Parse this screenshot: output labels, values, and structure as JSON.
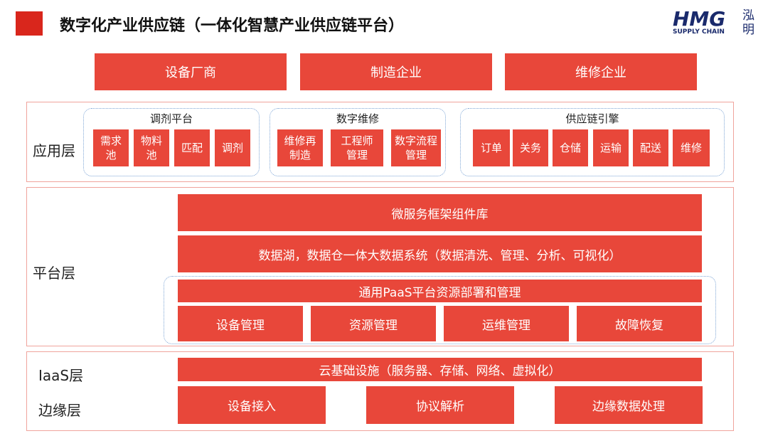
{
  "header": {
    "title": "数字化产业供应链（一体化智慧产业供应链平台）",
    "logo_text": "HMG",
    "logo_sub": "SUPPLY CHAIN",
    "logo_cn": "泓明"
  },
  "top_boxes": [
    "设备厂商",
    "制造企业",
    "维修企业"
  ],
  "app_layer": {
    "label": "应用层",
    "groups": [
      {
        "title": "调剂平台",
        "items": [
          "需求池",
          "物料池",
          "匹配",
          "调剂"
        ]
      },
      {
        "title": "数字维修",
        "items": [
          "维修再制造",
          "工程师管理",
          "数字流程管理"
        ]
      },
      {
        "title": "供应链引擎",
        "items": [
          "订单",
          "关务",
          "仓储",
          "运输",
          "配送",
          "维修"
        ]
      }
    ]
  },
  "platform_layer": {
    "label": "平台层",
    "microservice": "微服务框架组件库",
    "datalake": "数据湖，数据仓一体大数据系统（数据清洗、管理、分析、可视化）",
    "paas": "通用PaaS平台资源部署和管理",
    "paas_items": [
      "设备管理",
      "资源管理",
      "运维管理",
      "故障恢复"
    ]
  },
  "iaas_layer": {
    "label": "IaaS层",
    "cloud": "云基础设施（服务器、存储、网络、虚拟化）"
  },
  "edge_layer": {
    "label": "边缘层",
    "items": [
      "设备接入",
      "协议解析",
      "边缘数据处理"
    ]
  },
  "colors": {
    "accent": "#e8473a",
    "border": "#f0a49c",
    "dotted": "#7fa6d6"
  }
}
